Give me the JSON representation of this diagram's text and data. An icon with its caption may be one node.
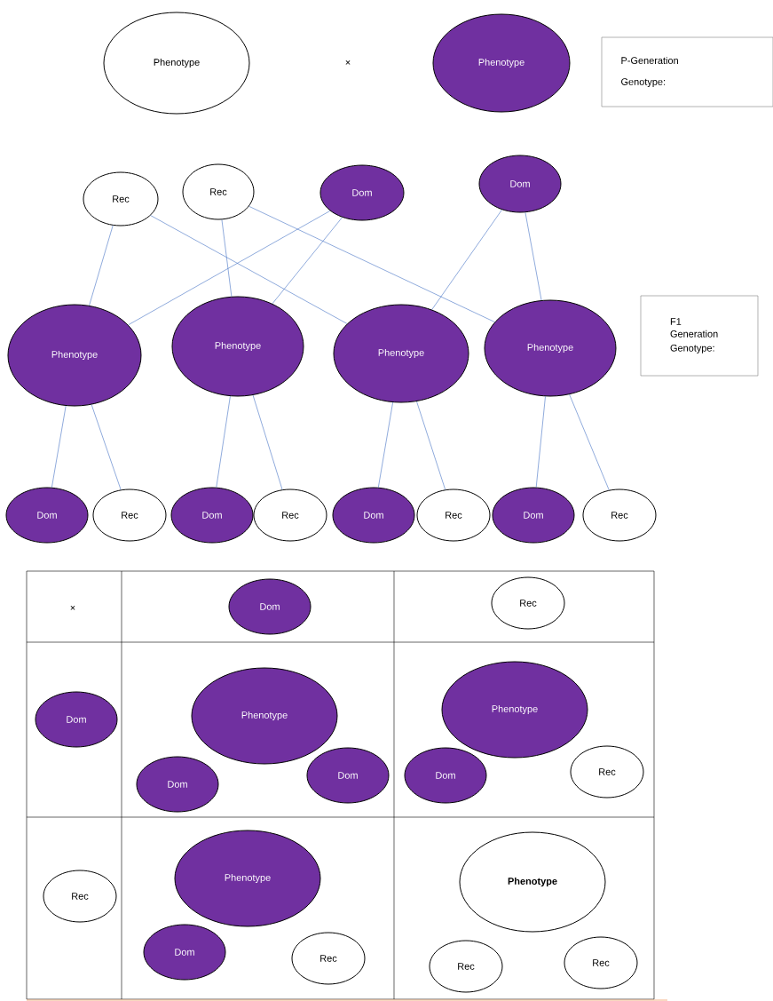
{
  "diagram": {
    "nodes": [
      {
        "text": [
          "Phenotype"
        ]
      },
      {
        "text": [
          "Phenotype"
        ]
      },
      {
        "text": [
          "P-Generation",
          "Genotype:"
        ]
      },
      {
        "text": [
          "Rec"
        ]
      },
      {
        "text": [
          "Rec"
        ]
      },
      {
        "text": [
          "Dom"
        ]
      },
      {
        "text": [
          "Dom"
        ]
      },
      {
        "text": [
          "Phenotype"
        ]
      },
      {
        "text": [
          "Phenotype"
        ]
      },
      {
        "text": [
          "Phenotype"
        ]
      },
      {
        "text": [
          "Phenotype"
        ]
      },
      {
        "text": [
          "F1 Generation",
          "Genotype:"
        ]
      },
      {
        "text": [
          "Dom"
        ]
      },
      {
        "text": [
          "Rec"
        ]
      },
      {
        "text": [
          "Dom"
        ]
      },
      {
        "text": [
          "Rec"
        ]
      },
      {
        "text": [
          "Dom"
        ]
      },
      {
        "text": [
          "Rec"
        ]
      },
      {
        "text": [
          "Dom"
        ]
      },
      {
        "text": [
          "Rec"
        ]
      },
      {
        "text": [
          "Dom"
        ]
      },
      {
        "text": [
          "Rec"
        ]
      },
      {
        "text": [
          "Dom"
        ]
      },
      {
        "text": [
          "Phenotype"
        ]
      },
      {
        "text": [
          "Dom"
        ]
      },
      {
        "text": [
          "Dom"
        ]
      },
      {
        "text": [
          "Phenotype"
        ]
      },
      {
        "text": [
          "Dom"
        ]
      },
      {
        "text": [
          "Rec"
        ]
      },
      {
        "text": [
          "Rec"
        ]
      },
      {
        "text": [
          "Phenotype"
        ]
      },
      {
        "text": [
          "Dom"
        ]
      },
      {
        "text": [
          "Rec"
        ]
      },
      {
        "text": [
          "Phenotype"
        ]
      },
      {
        "text": [
          "Rec"
        ]
      },
      {
        "text": [
          "Rec"
        ]
      }
    ],
    "edges": [
      {
        "from": 3,
        "to": 7,
        "arrow": "none"
      },
      {
        "from": 3,
        "to": 9,
        "arrow": "none"
      },
      {
        "from": 4,
        "to": 8,
        "arrow": "none"
      },
      {
        "from": 4,
        "to": 10,
        "arrow": "none"
      },
      {
        "from": 5,
        "to": 7,
        "arrow": "none"
      },
      {
        "from": 5,
        "to": 8,
        "arrow": "none"
      },
      {
        "from": 6,
        "to": 9,
        "arrow": "none"
      },
      {
        "from": 6,
        "to": 10,
        "arrow": "none"
      },
      {
        "from": 7,
        "to": 12,
        "arrow": "none"
      },
      {
        "from": 7,
        "to": 13,
        "arrow": "none"
      },
      {
        "from": 8,
        "to": 14,
        "arrow": "none"
      },
      {
        "from": 8,
        "to": 15,
        "arrow": "none"
      },
      {
        "from": 9,
        "to": 16,
        "arrow": "none"
      },
      {
        "from": 9,
        "to": 17,
        "arrow": "none"
      },
      {
        "from": 10,
        "to": 18,
        "arrow": "none"
      },
      {
        "from": 10,
        "to": 19,
        "arrow": "none"
      }
    ],
    "labels": [
      "×",
      "×"
    ]
  }
}
